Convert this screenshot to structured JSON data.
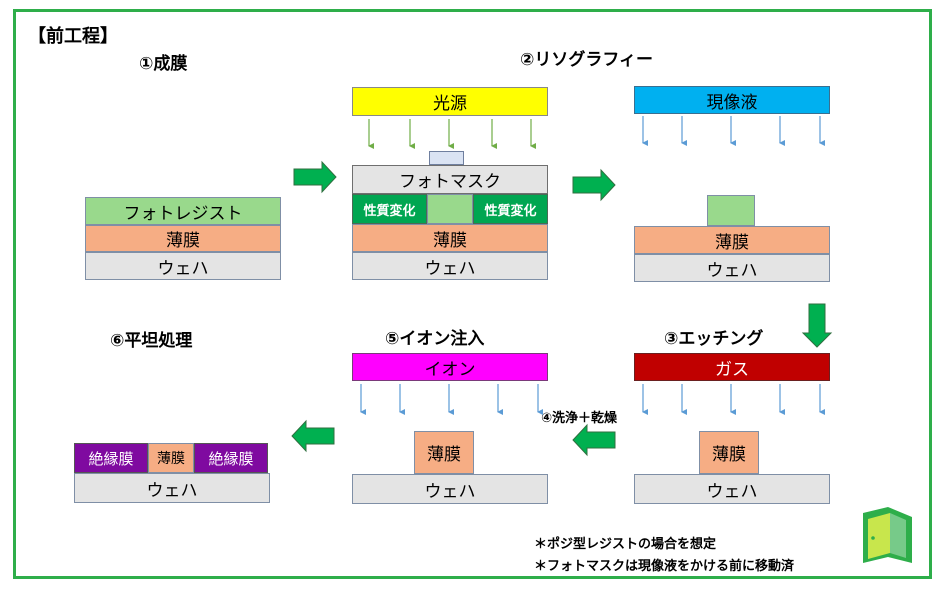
{
  "header": {
    "title": "【前工程】"
  },
  "steps": {
    "deposition": "①成膜",
    "lithography": "②リソグラフィー",
    "etching": "③エッチング",
    "cleaning": "④洗浄＋乾燥",
    "ion_implant": "⑤イオン注入",
    "planarize": "⑥平坦処理"
  },
  "layers": {
    "photoresist": "フォトレジスト",
    "thin_film": "薄膜",
    "wafer": "ウェハ",
    "light_source": "光源",
    "photomask": "フォトマスク",
    "altered": "性質変化",
    "developer": "現像液",
    "gas": "ガス",
    "ion": "イオン",
    "insulator": "絶縁膜"
  },
  "notes": {
    "line1": "＊ポジ型レジストの場合を想定",
    "line2": "＊フォトマスクは現像液をかける前に移動済"
  },
  "colors": {
    "frame": "#2eae4a",
    "arrow": "#00b050",
    "green_ray": "#70ad47",
    "blue_ray": "#5b9bd5",
    "resist": "#99d98c",
    "film": "#f6ad84",
    "wafer": "#e4e4e4",
    "light_source": "#ffff00",
    "developer": "#00b0f0",
    "ion": "#ff00ff",
    "gas": "#c00000",
    "insulator": "#7f0aa0",
    "altered": "#00a651"
  },
  "icons": {
    "logo": "door-logo-icon"
  }
}
